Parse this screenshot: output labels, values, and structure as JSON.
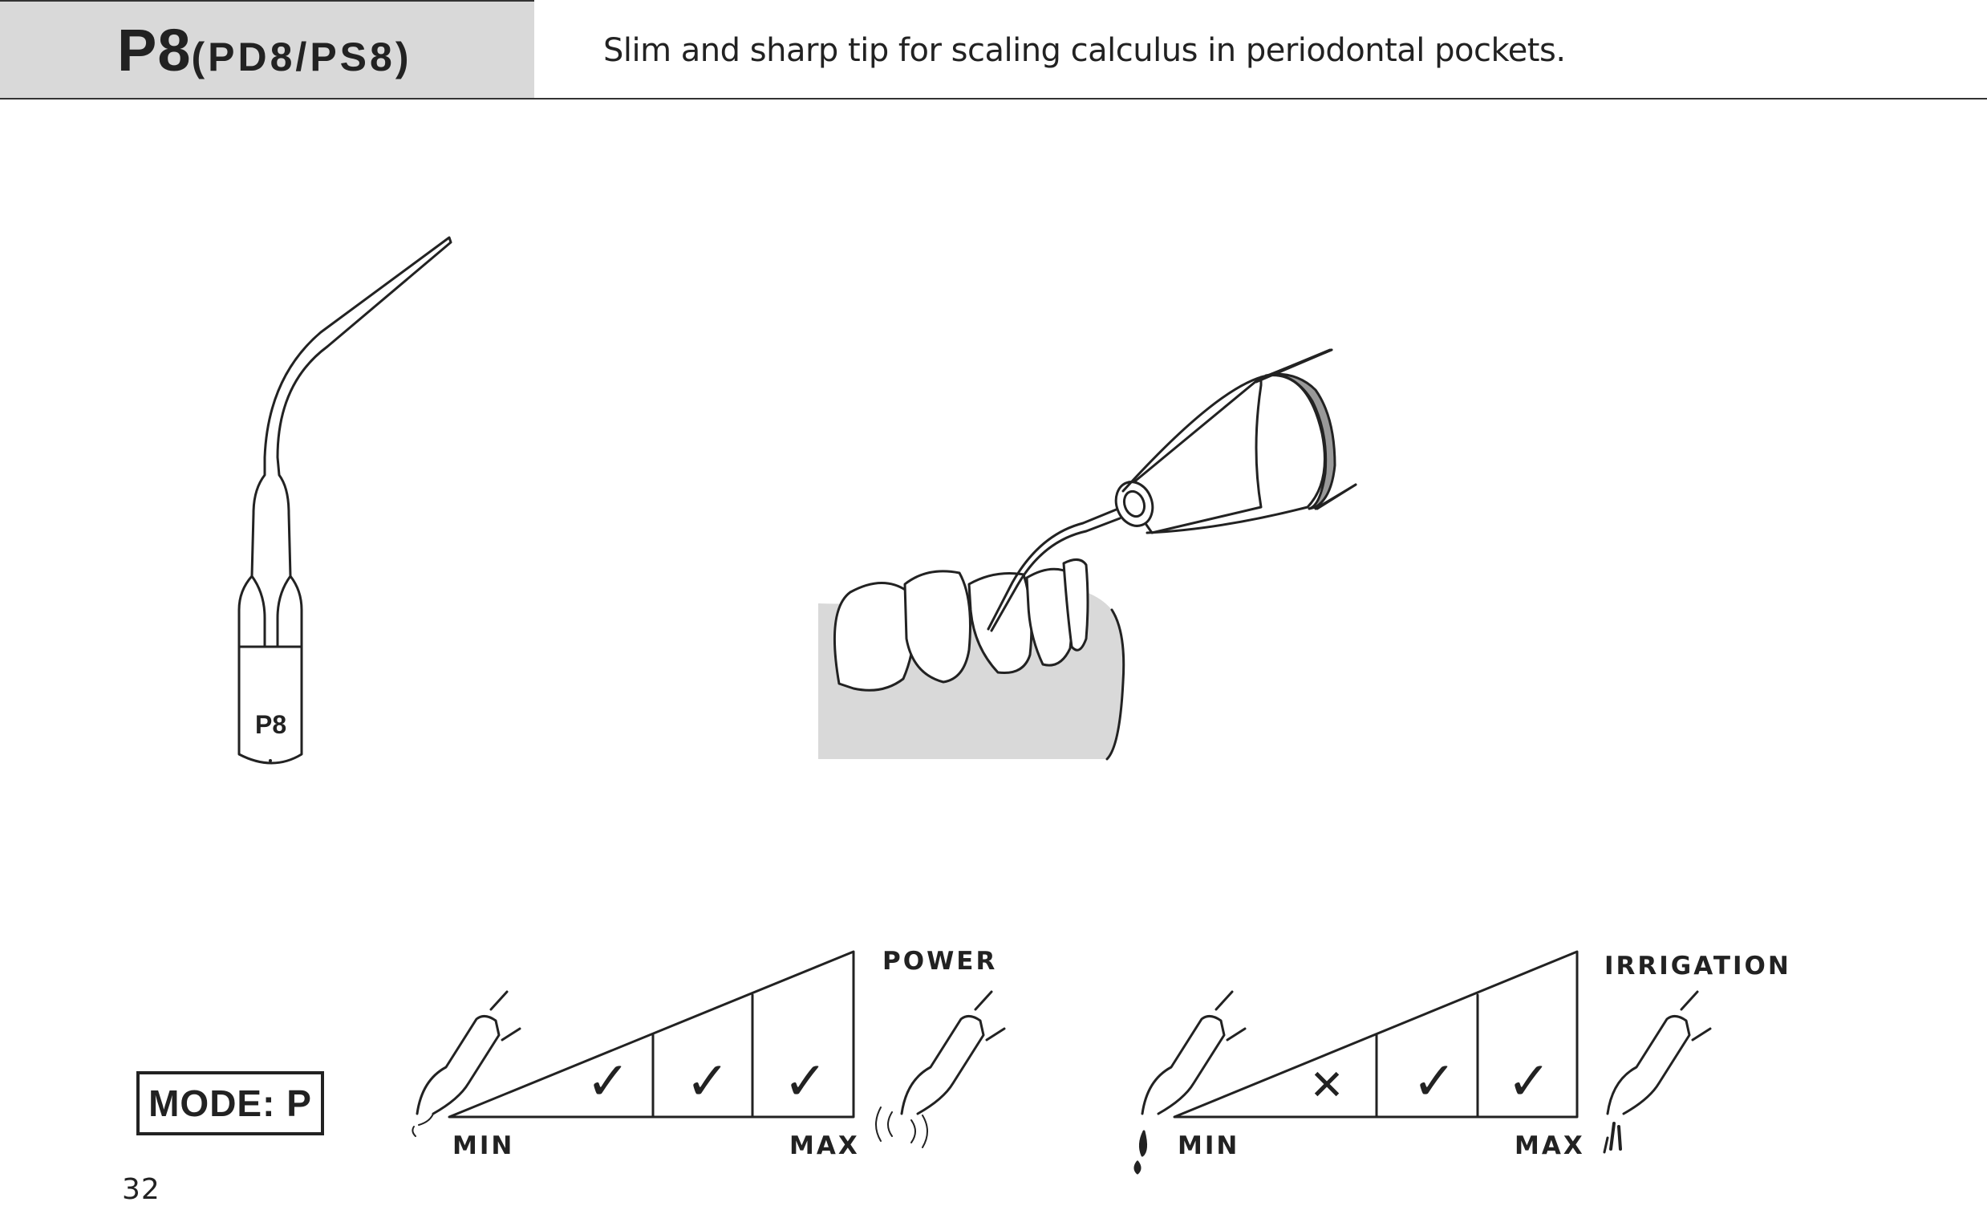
{
  "header": {
    "model_code": "P8",
    "model_variants": "(PD8/PS8)",
    "description": "Slim and sharp tip for scaling calculus in periodontal pockets."
  },
  "tip_drawing": {
    "engraving": "P8"
  },
  "mode": {
    "label": "MODE: P"
  },
  "power_scale": {
    "title": "POWER",
    "min_label": "MIN",
    "max_label": "MAX",
    "levels": [
      {
        "mark": "check",
        "glyph": "✓"
      },
      {
        "mark": "check",
        "glyph": "✓"
      },
      {
        "mark": "check",
        "glyph": "✓"
      }
    ]
  },
  "irrigation_scale": {
    "title": "IRRIGATION",
    "min_label": "MIN",
    "max_label": "MAX",
    "levels": [
      {
        "mark": "cross",
        "glyph": "✕"
      },
      {
        "mark": "check",
        "glyph": "✓"
      },
      {
        "mark": "check",
        "glyph": "✓"
      }
    ]
  },
  "footer": {
    "page_number": "32"
  }
}
